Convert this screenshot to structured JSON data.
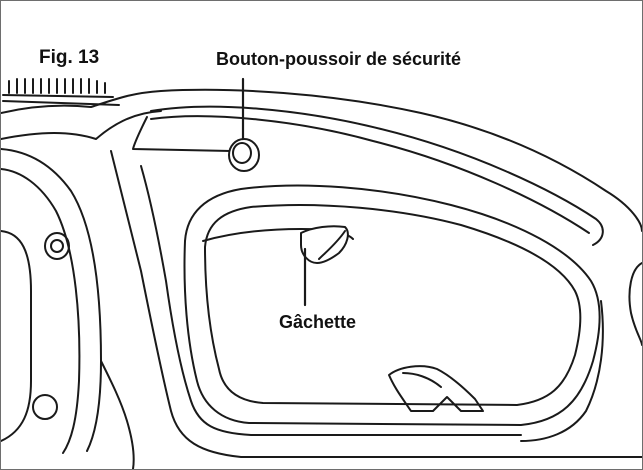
{
  "figure": {
    "number_label": "Fig. 13",
    "callouts": {
      "safety_button": "Bouton-poussoir de sécurité",
      "trigger": "Gâchette"
    }
  }
}
